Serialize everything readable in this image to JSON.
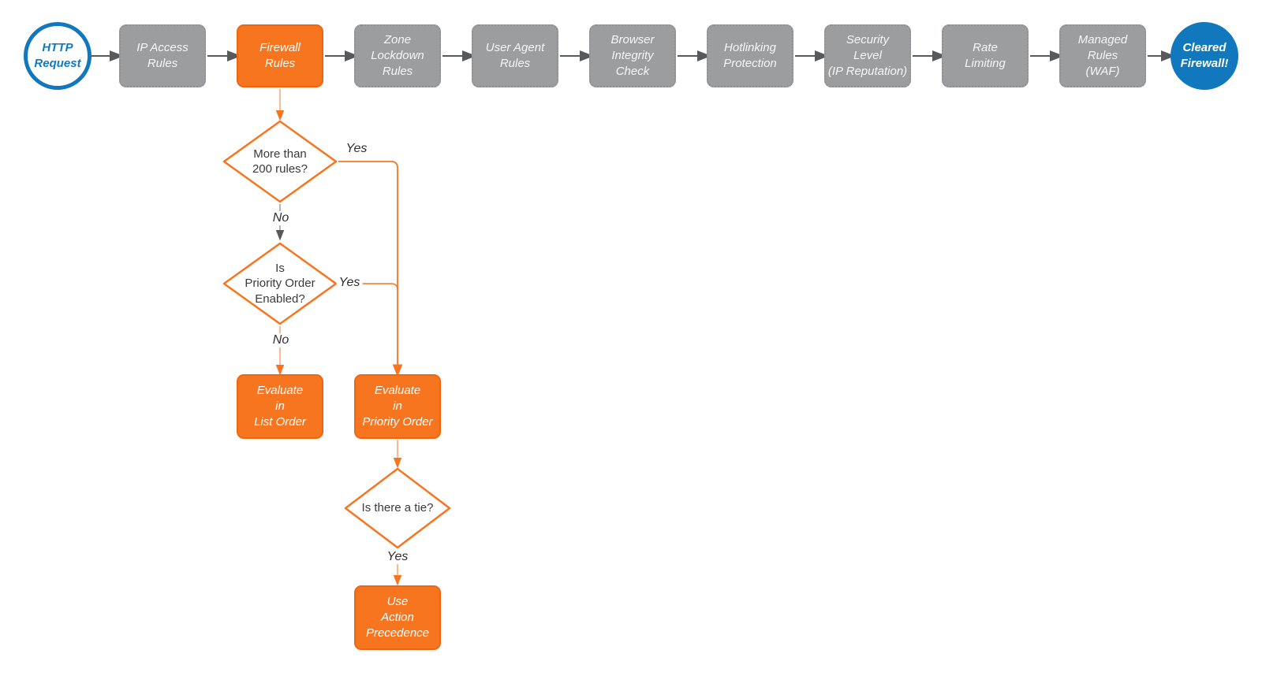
{
  "colors": {
    "accent_orange": "#f8751f",
    "accent_blue": "#1278bd",
    "node_gray": "#9c9d9f",
    "arrow_gray": "#58595b"
  },
  "pipeline": {
    "start": {
      "label": [
        "HTTP",
        "Request"
      ]
    },
    "steps": [
      {
        "label": [
          "IP Access",
          "Rules"
        ],
        "highlight": false
      },
      {
        "label": [
          "Firewall",
          "Rules"
        ],
        "highlight": true
      },
      {
        "label": [
          "Zone",
          "Lockdown",
          "Rules"
        ],
        "highlight": false
      },
      {
        "label": [
          "User Agent",
          "Rules"
        ],
        "highlight": false
      },
      {
        "label": [
          "Browser",
          "Integrity",
          "Check"
        ],
        "highlight": false
      },
      {
        "label": [
          "Hotlinking",
          "Protection"
        ],
        "highlight": false
      },
      {
        "label": [
          "Security",
          "Level",
          "(IP Reputation)"
        ],
        "highlight": false
      },
      {
        "label": [
          "Rate",
          "Limiting"
        ],
        "highlight": false
      },
      {
        "label": [
          "Managed",
          "Rules",
          "(WAF)"
        ],
        "highlight": false
      }
    ],
    "end": {
      "label": [
        "Cleared",
        "Firewall!"
      ]
    }
  },
  "branch": {
    "decisions": [
      {
        "label": [
          "More than",
          "200 rules?"
        ]
      },
      {
        "label": [
          "Is",
          "Priority Order",
          "Enabled?"
        ]
      },
      {
        "label": [
          "Is there a tie?"
        ]
      }
    ],
    "actions": [
      {
        "label": [
          "Evaluate",
          "in",
          "List Order"
        ]
      },
      {
        "label": [
          "Evaluate",
          "in",
          "Priority Order"
        ]
      },
      {
        "label": [
          "Use",
          "Action",
          "Precedence"
        ]
      }
    ],
    "edge_labels": {
      "d1_yes": "Yes",
      "d1_no": "No",
      "d2_yes": "Yes",
      "d2_no": "No",
      "d3_yes": "Yes"
    }
  }
}
